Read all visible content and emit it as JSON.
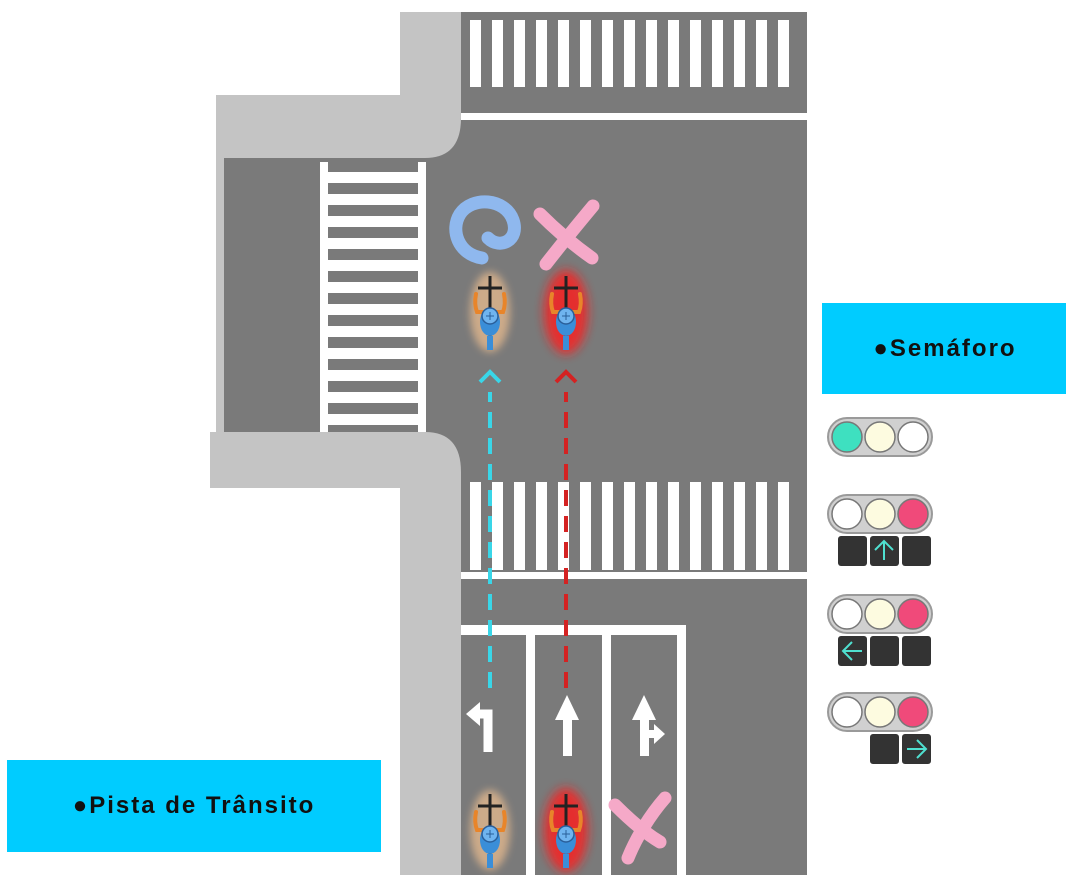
{
  "labels": {
    "traffic_light": "●Semáforo",
    "traffic_lane": "●Pista de Trânsito"
  },
  "colors": {
    "road": "#7a7a7a",
    "sidewalk": "#c4c4c4",
    "marking": "#ffffff",
    "label_bg": "#00ccff",
    "allowed_path": "#39d6e8",
    "forbidden_path": "#d42222",
    "ok_mark": "#8fb8ee",
    "ng_mark": "#f5a9c8",
    "signal_green": "#3ee0c0",
    "signal_yellow": "#fdfbe0",
    "signal_red": "#f04a7a",
    "signal_off": "#ffffff",
    "arrow_panel": "#333333",
    "arrow_lit": "#4fe0d0"
  },
  "icons": {
    "ok": "circle-ok-icon",
    "ng": "cross-ng-icon",
    "bicycle": "bicycle-rider-icon",
    "left_arrow": "lane-left-turn-arrow",
    "straight_arrow": "lane-straight-arrow",
    "straight_right_arrow": "lane-straight-right-arrow"
  },
  "traffic_lights": [
    {
      "state": "green",
      "arrows": []
    },
    {
      "state": "red",
      "arrows": [
        "none",
        "up",
        "none"
      ]
    },
    {
      "state": "red",
      "arrows": [
        "left",
        "none",
        "none"
      ]
    },
    {
      "state": "red",
      "arrows": [
        "none",
        "right"
      ]
    }
  ]
}
